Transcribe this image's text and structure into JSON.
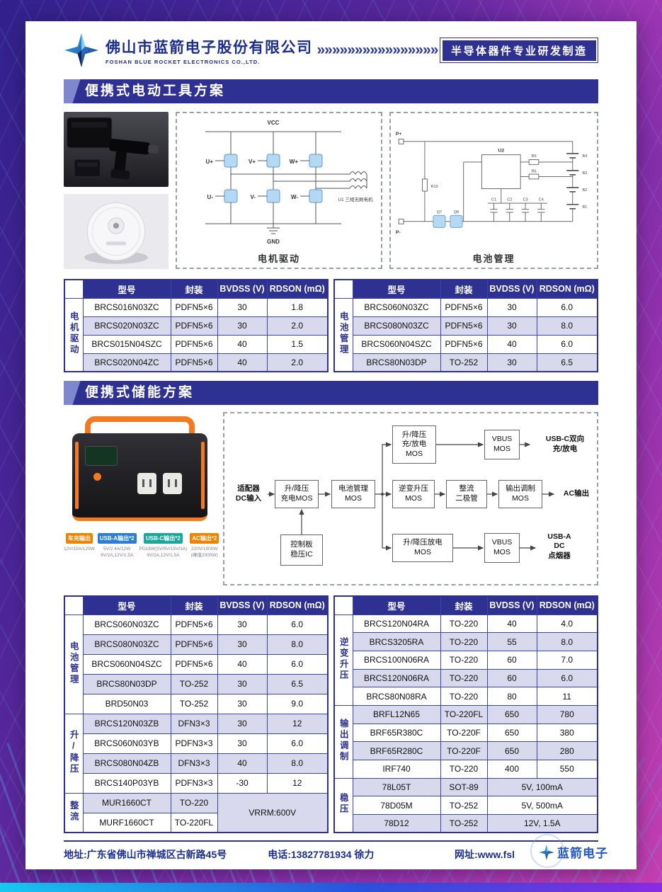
{
  "header": {
    "company_cn": "佛山市蓝箭电子股份有限公司",
    "company_en": "FOSHAN BLUE ROCKET ELECTRONICS CO.,LTD.",
    "chevrons": "»»»»»»»»»»»»»»»»",
    "badge": "半导体器件专业研发制造"
  },
  "colors": {
    "navy": "#2e3192",
    "row_alt": "#d8d9ec",
    "accent_orange": "#f27a21"
  },
  "section1": {
    "title": "便携式电动工具方案",
    "motor": {
      "caption": "电机驱动",
      "vcc": "VCC",
      "gnd": "GND",
      "legs": [
        "U+",
        "V+",
        "W+",
        "U-",
        "V-",
        "W-"
      ],
      "motor_label": "U1 三相无刷电机"
    },
    "battery": {
      "caption": "电池管理",
      "p_plus": "P+",
      "p_minus": "P-",
      "ic": "U2",
      "r": [
        "R5",
        "R6",
        "R10"
      ],
      "cells": [
        "B1",
        "B2",
        "B3",
        "B4"
      ],
      "caps": [
        "C1",
        "C2",
        "C3",
        "C4"
      ],
      "q": [
        "Q7",
        "Q8"
      ]
    },
    "table_left": {
      "columns": [
        "型号",
        "封装",
        "BVDSS (V)",
        "RDSON (mΩ)"
      ],
      "groups": [
        {
          "label": "电机驱动",
          "rows": [
            [
              "BRCS016N03ZC",
              "PDFN5×6",
              "30",
              "1.8"
            ],
            [
              "BRCS020N03ZC",
              "PDFN5×6",
              "30",
              "2.0"
            ],
            [
              "BRCS015N04SZC",
              "PDFN5×6",
              "40",
              "1.5"
            ],
            [
              "BRCS020N04ZC",
              "PDFN5×6",
              "40",
              "2.0"
            ]
          ]
        }
      ]
    },
    "table_right": {
      "columns": [
        "型号",
        "封装",
        "BVDSS (V)",
        "RDSON (mΩ)"
      ],
      "groups": [
        {
          "label": "电池管理",
          "rows": [
            [
              "BRCS060N03ZC",
              "PDFN5×6",
              "30",
              "6.0"
            ],
            [
              "BRCS080N03ZC",
              "PDFN5×6",
              "30",
              "8.0"
            ],
            [
              "BRCS060N04SZC",
              "PDFN5×6",
              "40",
              "6.0"
            ],
            [
              "BRCS80N03DP",
              "TO-252",
              "30",
              "6.5"
            ]
          ]
        }
      ]
    }
  },
  "section2": {
    "title": "便携式储能方案",
    "flow": {
      "input": "适配器\nDC输入",
      "charge": "升/降压\n充电MOS",
      "battery": "电池管理\nMOS",
      "bidir": "升/降压\n充/放电\nMOS",
      "vbus_top": "VBUS\nMOS",
      "usbc": "USB-C双向\n充/放电",
      "inverter": "逆变升压\nMOS",
      "rectifier": "整流\n二极管",
      "output": "输出调制\nMOS",
      "ac": "AC输出",
      "discharge": "升/降压放电\nMOS",
      "vbus_bottom": "VBUS\nMOS",
      "usba": "USB-A\nDC\n点烟器",
      "control": "控制板\n稳压IC"
    },
    "station_tags": [
      {
        "label": "车充输出",
        "color": "#f08300",
        "sub": "12V/10A/120W"
      },
      {
        "label": "USB-A输出*2",
        "color": "#2a7fd4",
        "sub": "5V/2.4A/12W\n9V/2A,12V/1.5A"
      },
      {
        "label": "USB-C输出*2",
        "color": "#18a79b",
        "sub": "PD18W(5V/9V/15V/3A)\n9V/2A,12V/1.5A"
      },
      {
        "label": "AC输出*2",
        "color": "#f08300",
        "sub": "220V/1000W\n(峰值2000W)"
      }
    ],
    "table_left": {
      "columns": [
        "型号",
        "封装",
        "BVDSS (V)",
        "RDSON (mΩ)"
      ],
      "groups": [
        {
          "label": "电池管理",
          "rows": [
            [
              "BRCS060N03ZC",
              "PDFN5×6",
              "30",
              "6.0"
            ],
            [
              "BRCS080N03ZC",
              "PDFN5×6",
              "30",
              "8.0"
            ],
            [
              "BRCS060N04SZC",
              "PDFN5×6",
              "40",
              "6.0"
            ],
            [
              "BRCS80N03DP",
              "TO-252",
              "30",
              "6.5"
            ],
            [
              "BRD50N03",
              "TO-252",
              "30",
              "9.0"
            ]
          ]
        },
        {
          "label": "升/降压",
          "rows": [
            [
              "BRCS120N03ZB",
              "DFN3×3",
              "30",
              "12"
            ],
            [
              "BRCS060N03YB",
              "PDFN3×3",
              "30",
              "6.0"
            ],
            [
              "BRCS080N04ZB",
              "DFN3×3",
              "40",
              "8.0"
            ],
            [
              "BRCS140P03YB",
              "PDFN3×3",
              "-30",
              "12"
            ]
          ]
        },
        {
          "label": "整流",
          "rows": [
            [
              "MUR1660CT",
              "TO-220",
              {
                "text": "VRRM:600V",
                "colspan": 2,
                "rowspan": 2
              }
            ],
            [
              "MURF1660CT",
              "TO-220FL"
            ]
          ]
        }
      ]
    },
    "table_right": {
      "columns": [
        "型号",
        "封装",
        "BVDSS (V)",
        "RDSON (mΩ)"
      ],
      "groups": [
        {
          "label": "逆变升压",
          "rows": [
            [
              "BRCS120N04RA",
              "TO-220",
              "40",
              "4.0"
            ],
            [
              "BRCS3205RA",
              "TO-220",
              "55",
              "8.0"
            ],
            [
              "BRCS100N06RA",
              "TO-220",
              "60",
              "7.0"
            ],
            [
              "BRCS120N06RA",
              "TO-220",
              "60",
              "6.0"
            ],
            [
              "BRCS80N08RA",
              "TO-220",
              "80",
              "11"
            ]
          ]
        },
        {
          "label": "输出调制",
          "rows": [
            [
              "BRFL12N65",
              "TO-220FL",
              "650",
              "780"
            ],
            [
              "BRF65R380C",
              "TO-220F",
              "650",
              "380"
            ],
            [
              "BRF65R280C",
              "TO-220F",
              "650",
              "280"
            ],
            [
              "IRF740",
              "TO-220",
              "400",
              "550"
            ]
          ]
        },
        {
          "label": "稳压",
          "rows": [
            [
              "78L05T",
              "SOT-89",
              {
                "text": "5V, 100mA",
                "colspan": 2
              }
            ],
            [
              "78D05M",
              "TO-252",
              {
                "text": "5V, 500mA",
                "colspan": 2
              }
            ],
            [
              "78D12",
              "TO-252",
              {
                "text": "12V, 1.5A",
                "colspan": 2
              }
            ]
          ]
        }
      ]
    }
  },
  "footer": {
    "address": "地址:广东省佛山市禅城区古新路45号",
    "phone": "电话:13827781934 徐力",
    "website": "网址:www.fsl",
    "logo_text": "蓝箭电子"
  }
}
